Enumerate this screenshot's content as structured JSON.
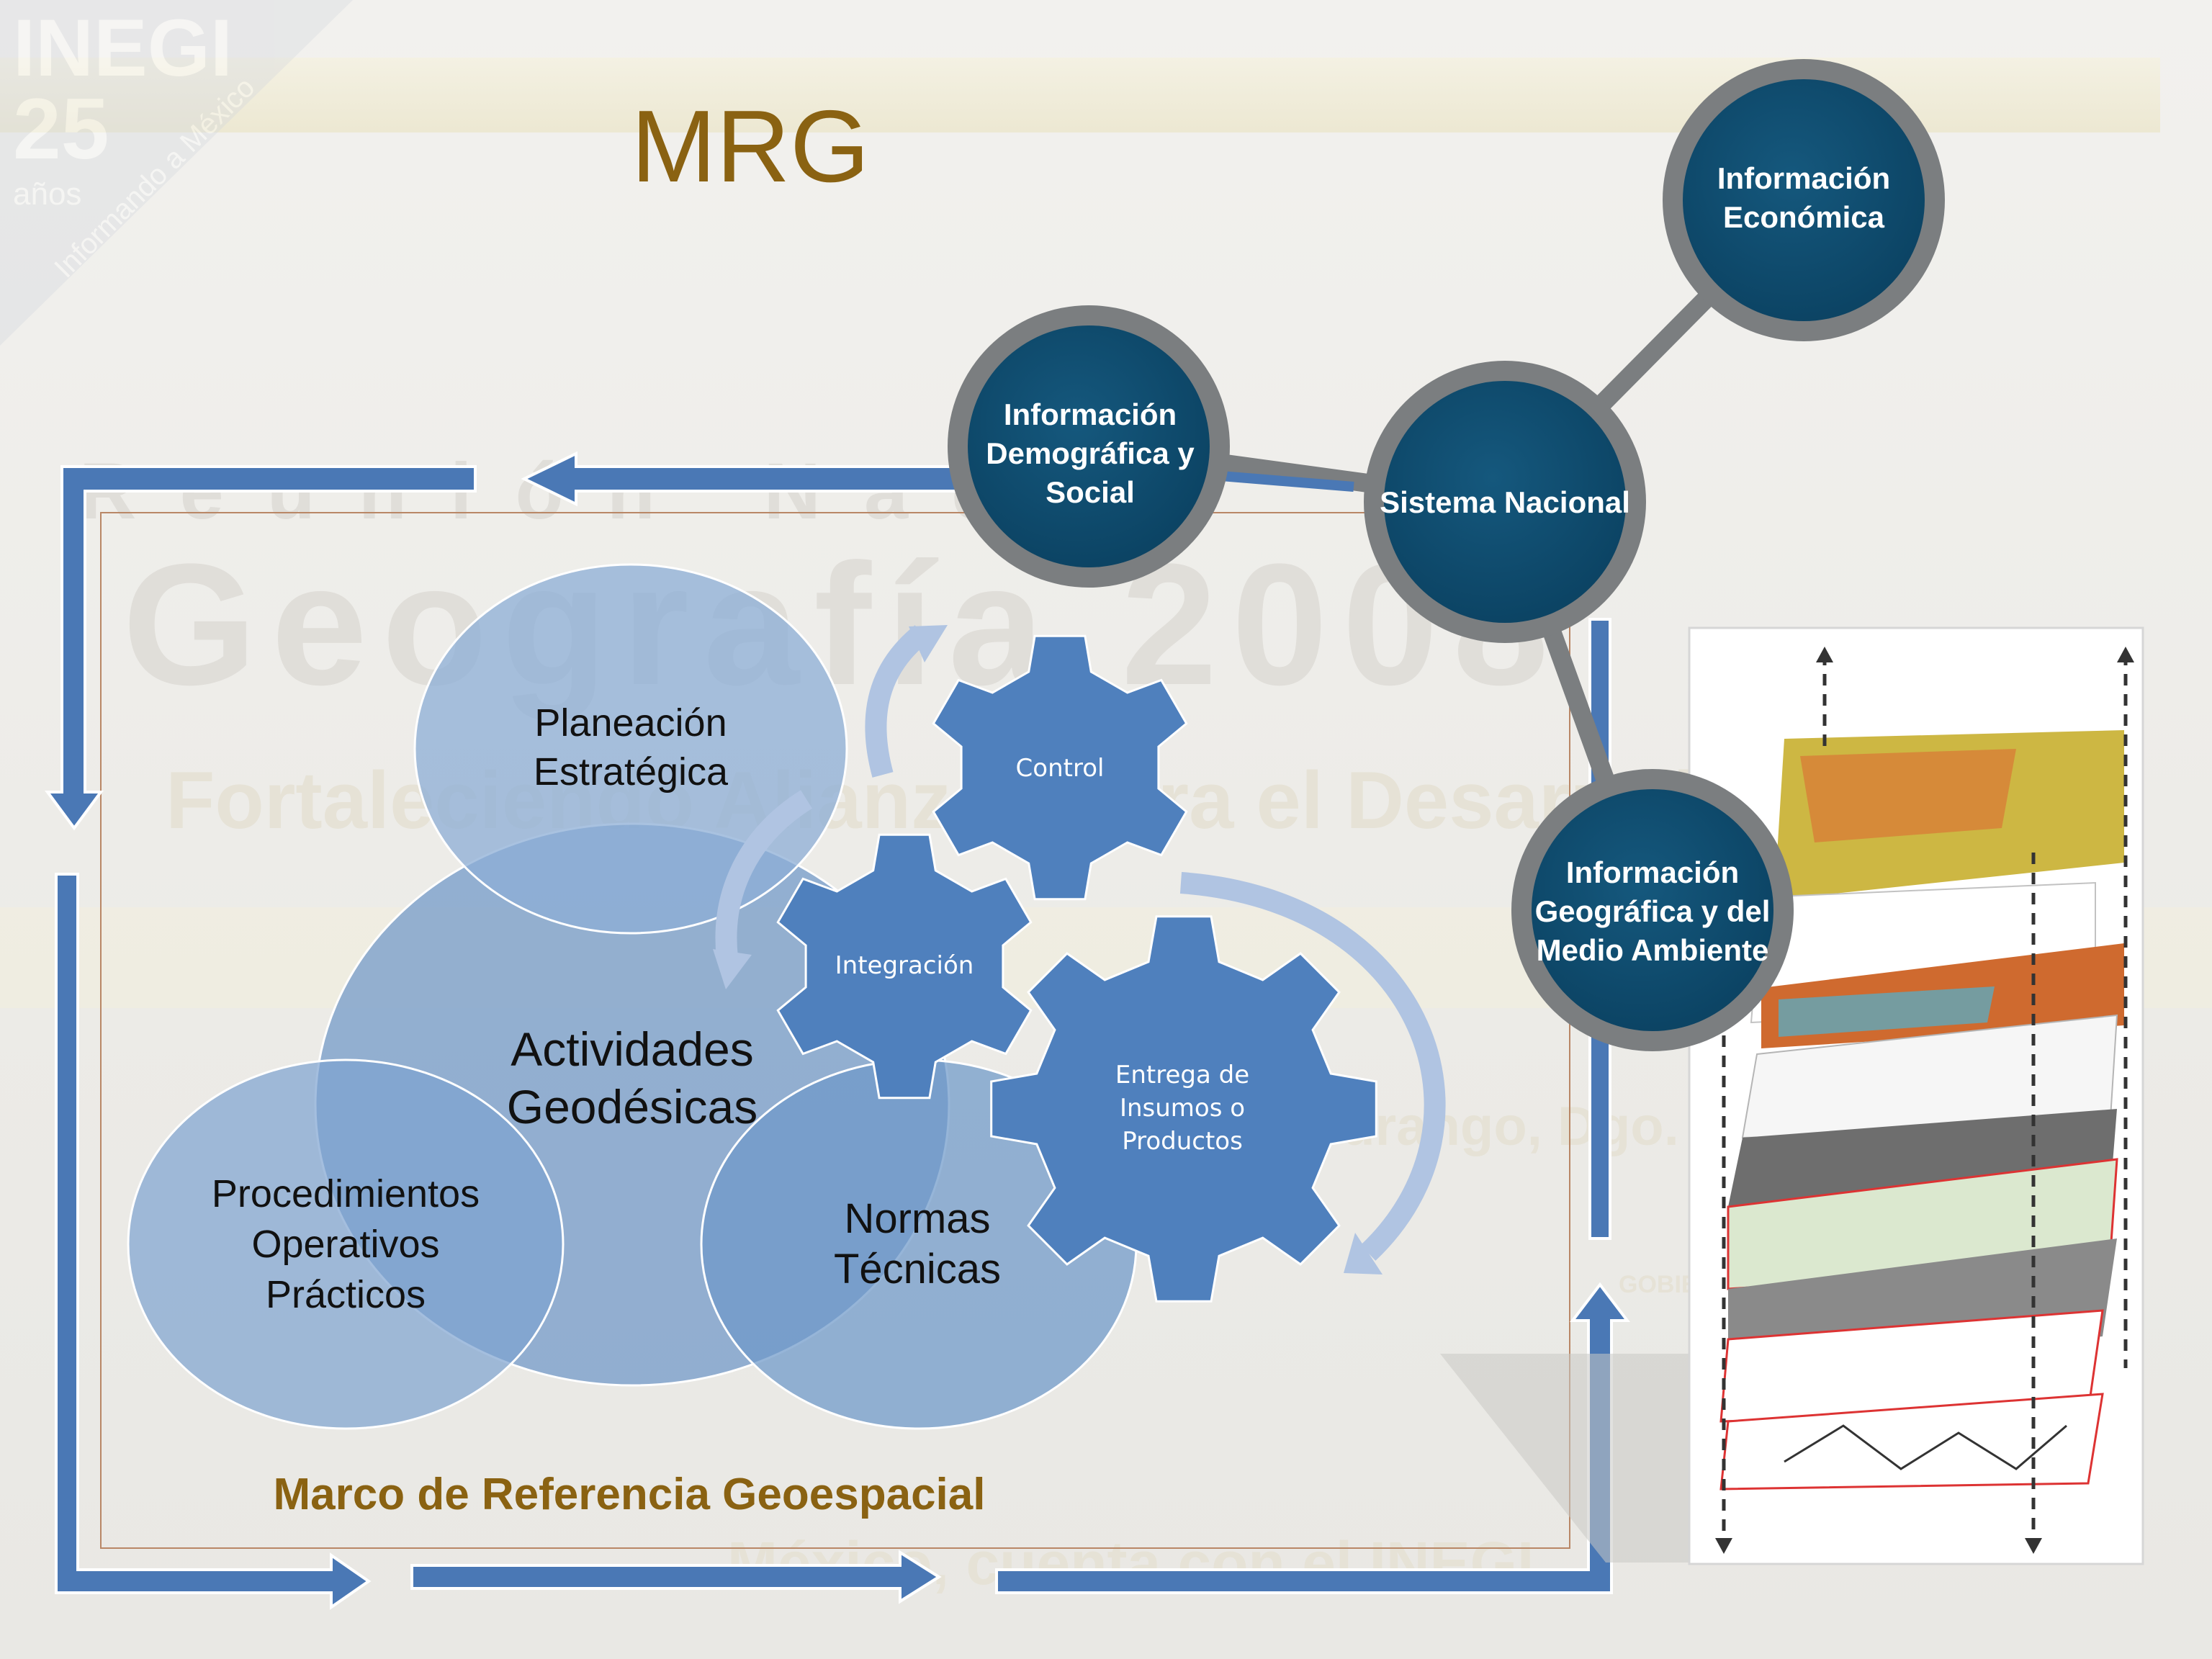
{
  "title": "MRG",
  "background": {
    "logo_text": "INEGI",
    "logo_years_number": "25",
    "logo_years_word": "años",
    "logo_tagline": "Informando a México",
    "faded_line_1": "Reunión Nac",
    "faded_line_2": "Geografía 2008",
    "faded_line_3": "Fortaleciendo Alianzas para el Desarrollo",
    "faded_line_4": "Victoria de Durango, Dgo.",
    "faded_line_5": "México, cuenta con el INEGI",
    "faded_gov": "GOBIERNO DEL ESTADO"
  },
  "frame_caption": "Marco de Referencia Geoespacial",
  "venn": {
    "top": "Planeación Estratégica",
    "center": "Actividades Geodésicas",
    "left": "Procedimientos Operativos Prácticos",
    "right": "Normas Técnicas"
  },
  "gears": {
    "control": "Control",
    "integration": "Integración",
    "delivery": "Entrega de Insumos o Productos"
  },
  "network": {
    "economic": "Información Económica",
    "demographic": "Información Demográfica y Social",
    "national": "Sistema Nacional",
    "geographic": "Información Geográfica y del Medio Ambiente"
  },
  "colors": {
    "title": "#8a6212",
    "caption": "#8a6212",
    "arrow_blue": "#4a78b5",
    "circle_fill": "#0e4a6b",
    "circle_ring": "#7b7e80",
    "venn_blue": "#5b86bd",
    "gear_blue": "#4f80bd",
    "frame_line": "#b98766"
  }
}
